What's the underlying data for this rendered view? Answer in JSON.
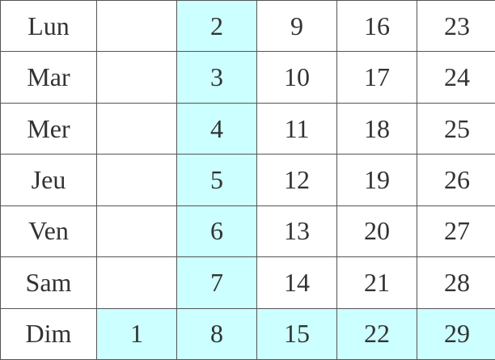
{
  "highlight_color": "#ccffff",
  "rows": [
    {
      "day": "Lun",
      "dates": [
        "",
        "2",
        "9",
        "16",
        "23"
      ]
    },
    {
      "day": "Mar",
      "dates": [
        "",
        "3",
        "10",
        "17",
        "24"
      ]
    },
    {
      "day": "Mer",
      "dates": [
        "",
        "4",
        "11",
        "18",
        "25"
      ]
    },
    {
      "day": "Jeu",
      "dates": [
        "",
        "5",
        "12",
        "19",
        "26"
      ]
    },
    {
      "day": "Ven",
      "dates": [
        "",
        "6",
        "13",
        "20",
        "27"
      ]
    },
    {
      "day": "Sam",
      "dates": [
        "",
        "7",
        "14",
        "21",
        "28"
      ]
    },
    {
      "day": "Dim",
      "dates": [
        "1",
        "8",
        "15",
        "22",
        "29"
      ]
    }
  ]
}
